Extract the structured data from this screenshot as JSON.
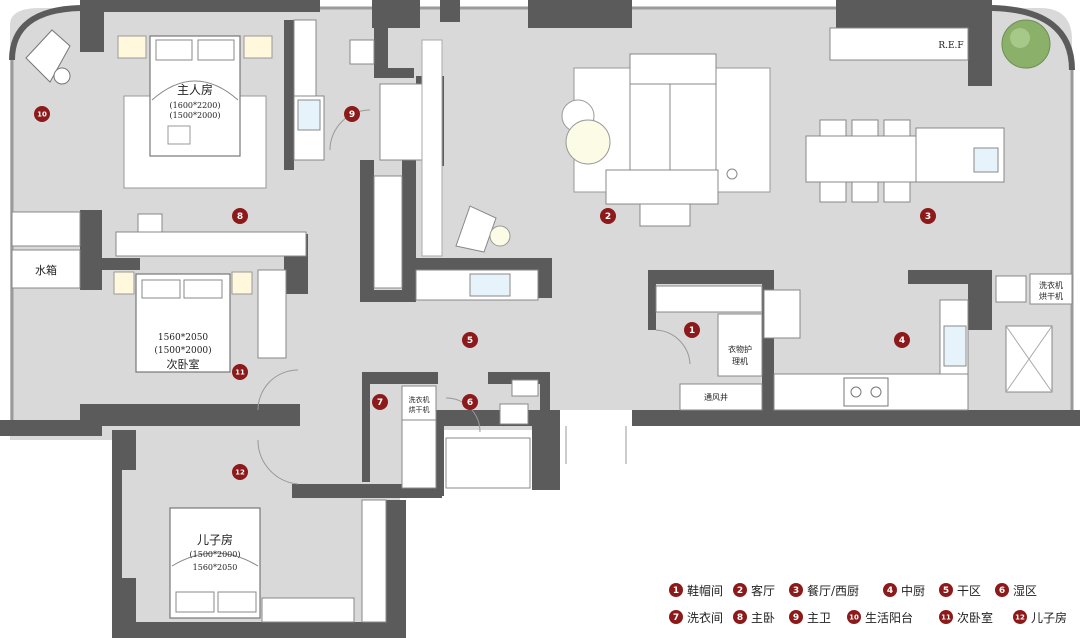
{
  "colors": {
    "floor": "#d9d9d9",
    "wall": "#5b5b5b",
    "wall_dark": "#3f3f3f",
    "badge": "#8c1a1a",
    "furniture": "#ffffff",
    "line": "#8a8a8a"
  },
  "rooms": [
    {
      "id": "1",
      "name": "鞋帽间"
    },
    {
      "id": "2",
      "name": "客厅"
    },
    {
      "id": "3",
      "name": "餐厅/西厨"
    },
    {
      "id": "4",
      "name": "中厨"
    },
    {
      "id": "5",
      "name": "干区"
    },
    {
      "id": "6",
      "name": "湿区"
    },
    {
      "id": "7",
      "name": "洗衣间"
    },
    {
      "id": "8",
      "name": "主卧"
    },
    {
      "id": "9",
      "name": "主卫"
    },
    {
      "id": "10",
      "name": "生活阳台"
    },
    {
      "id": "11",
      "name": "次卧室"
    },
    {
      "id": "12",
      "name": "儿子房"
    }
  ],
  "labels": {
    "master_bedroom": "主人房",
    "master_bed_size1": "(1600*2200)",
    "master_bed_size2": "(1500*2000)",
    "second_bed_size1": "1560*2050",
    "second_bed_size2": "(1500*2000)",
    "second_bedroom": "次卧室",
    "son_room": "儿子房",
    "son_bed_size1": "(1500*2000)",
    "son_bed_size2": "1560*2050",
    "water_tank": "水箱",
    "fridge": "R.E.F",
    "washer_right_1": "洗衣机",
    "washer_right_2": "烘干机",
    "washer_laundry_1": "洗衣机",
    "washer_laundry_2": "烘干机",
    "shoe_care_1": "衣物护",
    "shoe_care_2": "理机",
    "vent_shaft": "通风井"
  }
}
